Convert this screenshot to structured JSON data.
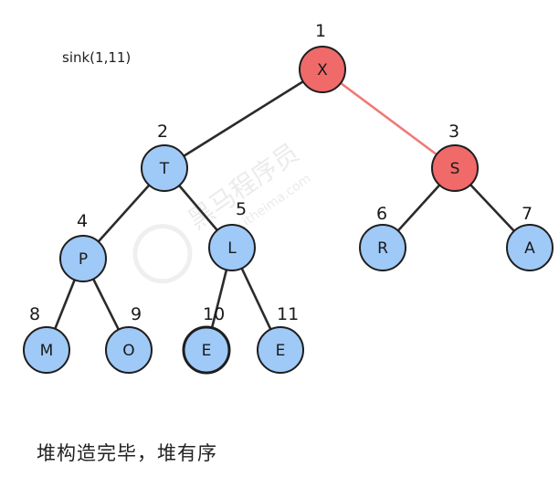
{
  "call_label": "sink(1,11)",
  "caption": "堆构造完毕，堆有序",
  "colors": {
    "node_default": "#9fc9f7",
    "node_highlight": "#f06a6a",
    "edge_default": "#2b2b2b",
    "edge_highlight": "#f07a78"
  },
  "nodes": [
    {
      "index": "1",
      "letter": "X",
      "highlight": true
    },
    {
      "index": "2",
      "letter": "T",
      "highlight": false
    },
    {
      "index": "3",
      "letter": "S",
      "highlight": true
    },
    {
      "index": "4",
      "letter": "P",
      "highlight": false
    },
    {
      "index": "5",
      "letter": "L",
      "highlight": false
    },
    {
      "index": "6",
      "letter": "R",
      "highlight": false
    },
    {
      "index": "7",
      "letter": "A",
      "highlight": false
    },
    {
      "index": "8",
      "letter": "M",
      "highlight": false
    },
    {
      "index": "9",
      "letter": "O",
      "highlight": false
    },
    {
      "index": "10",
      "letter": "E",
      "highlight": false
    },
    {
      "index": "11",
      "letter": "E",
      "highlight": false
    }
  ],
  "edges": [
    {
      "from": "1",
      "to": "2",
      "highlight": false
    },
    {
      "from": "1",
      "to": "3",
      "highlight": true
    },
    {
      "from": "2",
      "to": "4",
      "highlight": false
    },
    {
      "from": "2",
      "to": "5",
      "highlight": false
    },
    {
      "from": "3",
      "to": "6",
      "highlight": false
    },
    {
      "from": "3",
      "to": "7",
      "highlight": false
    },
    {
      "from": "4",
      "to": "8",
      "highlight": false
    },
    {
      "from": "4",
      "to": "9",
      "highlight": false
    },
    {
      "from": "5",
      "to": "10",
      "highlight": false
    },
    {
      "from": "5",
      "to": "11",
      "highlight": false
    }
  ],
  "watermark": {
    "brand": "黑马程序员",
    "site": "www.itheima.com"
  }
}
